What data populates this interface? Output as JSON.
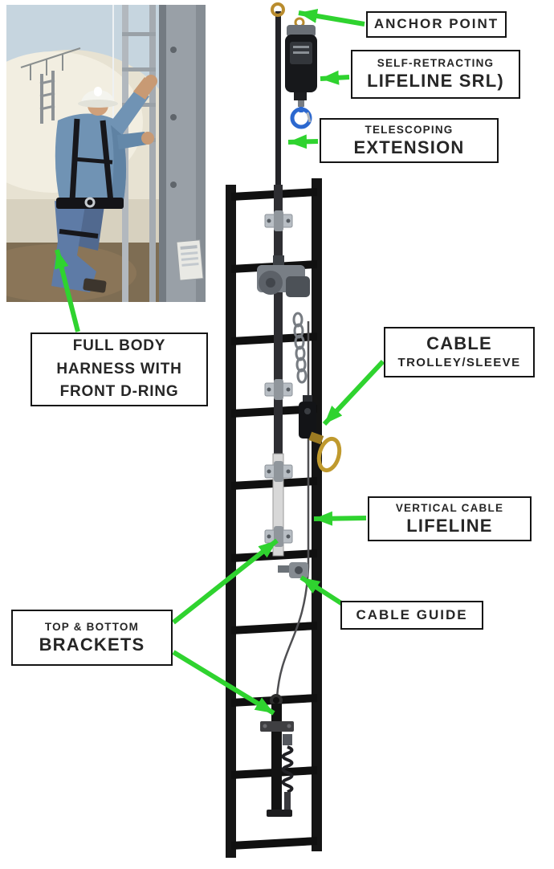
{
  "colors": {
    "background": "#ffffff",
    "arrow_green": "#2fd32f",
    "label_border": "#141414",
    "label_text": "#262626"
  },
  "callouts": {
    "anchor_point": {
      "line1": "ANCHOR POINT"
    },
    "srl": {
      "line1": "SELF-RETRACTING",
      "line2": "LIFELINE SRL)"
    },
    "telescoping": {
      "line1": "TELESCOPING",
      "line2": "EXTENSION"
    },
    "cable_trolley": {
      "line1": "CABLE",
      "line2": "TROLLEY/SLEEVE"
    },
    "vertical_cable": {
      "line1": "VERTICAL CABLE",
      "line2": "LIFELINE"
    },
    "cable_guide": {
      "line1": "CABLE GUIDE"
    },
    "brackets": {
      "line1": "TOP & BOTTOM",
      "line2": "BRACKETS"
    },
    "harness": {
      "line1": "FULL BODY",
      "line2": "HARNESS WITH",
      "line3": "FRONT D-RING"
    }
  }
}
